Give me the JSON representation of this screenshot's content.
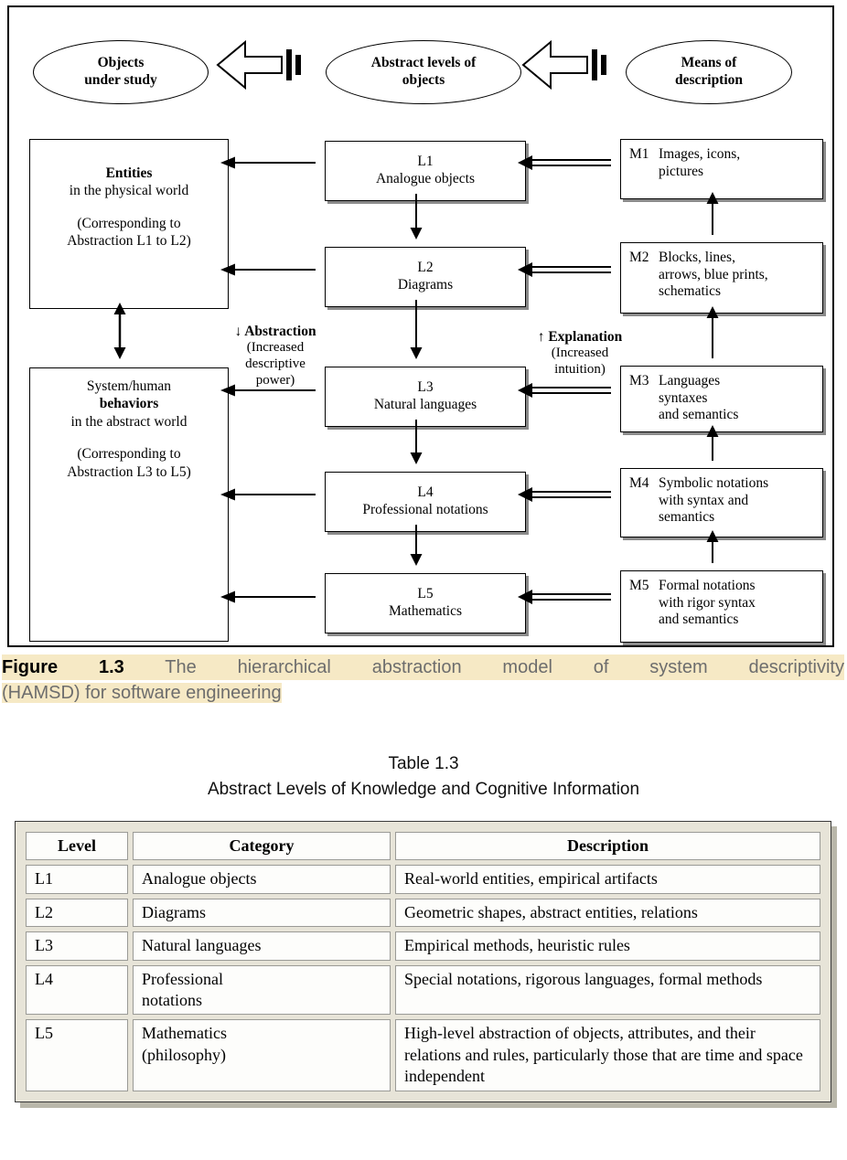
{
  "theme": {
    "caption_highlight": "#f6e9c5",
    "table_bg": "#e7e4d8"
  },
  "diagram": {
    "ellipses": [
      {
        "label": "Objects\nunder study"
      },
      {
        "label": "Abstract levels of\nobjects"
      },
      {
        "label": "Means of\ndescription"
      }
    ],
    "left_boxes": [
      {
        "line1": "",
        "bold": "Entities",
        "line2": "in the physical world",
        "note": "(Corresponding to\nAbstraction L1 to L2)"
      },
      {
        "line1": "System/human",
        "bold": "behaviors",
        "line2": "in the abstract world",
        "note": "(Corresponding to\nAbstraction L3 to L5)"
      }
    ],
    "levels": [
      {
        "id": "L1",
        "label": "Analogue objects"
      },
      {
        "id": "L2",
        "label": "Diagrams"
      },
      {
        "id": "L3",
        "label": "Natural languages"
      },
      {
        "id": "L4",
        "label": "Professional notations"
      },
      {
        "id": "L5",
        "label": "Mathematics"
      }
    ],
    "means": [
      {
        "id": "M1",
        "text": "Images, icons,\npictures"
      },
      {
        "id": "M2",
        "text": "Blocks, lines,\narrows, blue prints,\nschematics"
      },
      {
        "id": "M3",
        "text": "Languages\nsyntaxes\nand semantics"
      },
      {
        "id": "M4",
        "text": "Symbolic notations\nwith syntax and\nsemantics"
      },
      {
        "id": "M5",
        "text": "Formal notations\nwith rigor syntax\nand semantics"
      }
    ],
    "annotations": {
      "abstraction_title": "↓ Abstraction",
      "abstraction_note": "(Increased\ndescriptive\npower)",
      "explanation_title": "↑ Explanation",
      "explanation_note": "(Increased\nintuition)"
    }
  },
  "caption": {
    "figure_label": "Figure 1.3",
    "line1": "The hierarchical abstraction model of system descriptivity",
    "line2": "(HAMSD) for software engineering"
  },
  "table": {
    "title": "Table 1.3",
    "subtitle": "Abstract Levels of Knowledge and Cognitive Information",
    "headers": [
      "Level",
      "Category",
      "Description"
    ],
    "rows": [
      [
        "L1",
        "Analogue objects",
        "Real-world entities, empirical artifacts"
      ],
      [
        "L2",
        "Diagrams",
        "Geometric shapes, abstract entities, relations"
      ],
      [
        "L3",
        "Natural languages",
        "Empirical methods, heuristic rules"
      ],
      [
        "L4",
        "Professional\nnotations",
        "Special notations, rigorous languages, formal methods"
      ],
      [
        "L5",
        "Mathematics\n(philosophy)",
        "High-level abstraction of objects, attributes, and their relations and rules, particularly those that are time and space independent"
      ]
    ]
  }
}
